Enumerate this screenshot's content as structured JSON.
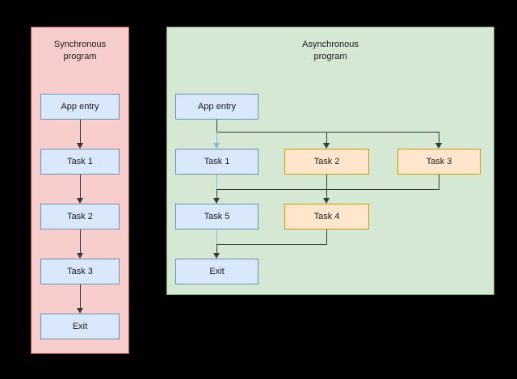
{
  "diagram": {
    "title_sync": "Synchronous\nprogram",
    "title_async": "Asynchronous\nprogram",
    "colors": {
      "sync_panel_fill": "#f8cecc",
      "sync_panel_stroke": "#b85450",
      "async_panel_fill": "#d5e8d4",
      "async_panel_stroke": "#82b366",
      "blue_fill": "#dae8fc",
      "blue_stroke": "#6c8ebf",
      "orange_fill": "#ffe6cc",
      "orange_stroke": "#d79b00",
      "edge": "#2f3e36",
      "edge_blue": "#8fb3e0",
      "background": "#000000"
    },
    "sync": {
      "label": "Synchronous program",
      "nodes": [
        {
          "id": "sync-app-entry",
          "label": "App entry",
          "style": "blue"
        },
        {
          "id": "sync-task-1",
          "label": "Task 1",
          "style": "blue"
        },
        {
          "id": "sync-task-2",
          "label": "Task 2",
          "style": "blue"
        },
        {
          "id": "sync-task-3",
          "label": "Task 3",
          "style": "blue"
        },
        {
          "id": "sync-exit",
          "label": "Exit",
          "style": "blue"
        }
      ],
      "edges": [
        {
          "from": "App entry",
          "to": "Task 1"
        },
        {
          "from": "Task 1",
          "to": "Task 2"
        },
        {
          "from": "Task 2",
          "to": "Task 3"
        },
        {
          "from": "Task 3",
          "to": "Exit"
        }
      ]
    },
    "async": {
      "label": "Asynchronous program",
      "nodes": [
        {
          "id": "async-app-entry",
          "label": "App entry",
          "style": "blue"
        },
        {
          "id": "async-task-1",
          "label": "Task 1",
          "style": "blue"
        },
        {
          "id": "async-task-2",
          "label": "Task 2",
          "style": "orange"
        },
        {
          "id": "async-task-3",
          "label": "Task 3",
          "style": "orange"
        },
        {
          "id": "async-task-5",
          "label": "Task 5",
          "style": "blue"
        },
        {
          "id": "async-task-4",
          "label": "Task 4",
          "style": "orange"
        },
        {
          "id": "async-exit",
          "label": "Exit",
          "style": "blue"
        }
      ],
      "edges": [
        {
          "from": "App entry",
          "to": "Task 1"
        },
        {
          "from": "App entry",
          "to": "Task 2"
        },
        {
          "from": "App entry",
          "to": "Task 3"
        },
        {
          "from": "Task 1",
          "to": "Task 5"
        },
        {
          "from": "Task 3",
          "to": "Task 5"
        },
        {
          "from": "Task 2",
          "to": "Task 4"
        },
        {
          "from": "Task 5",
          "to": "Exit"
        },
        {
          "from": "Task 4",
          "to": "Exit"
        }
      ]
    }
  }
}
